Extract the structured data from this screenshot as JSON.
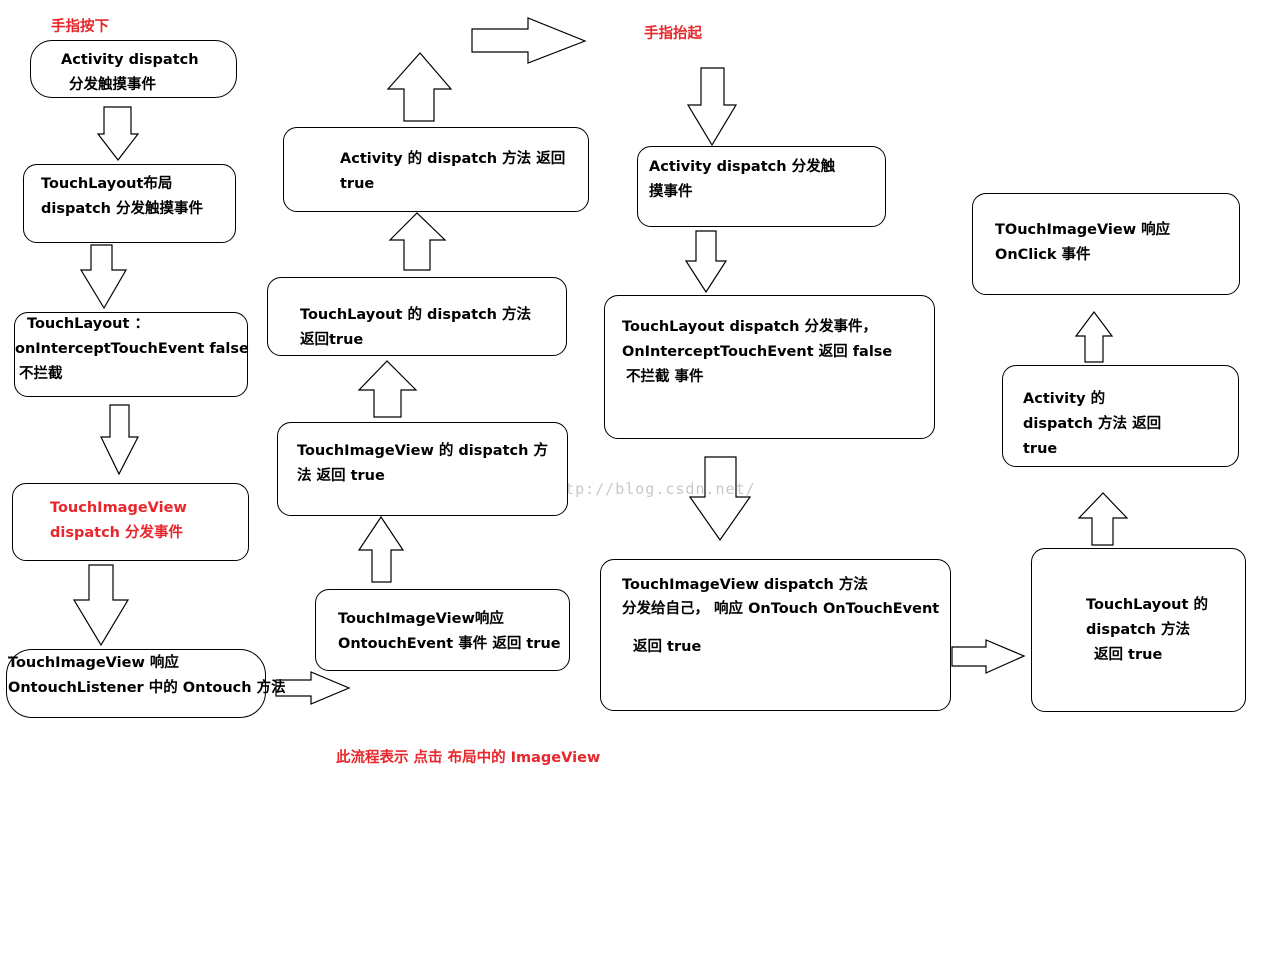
{
  "labels": {
    "finger_down": "手指按下",
    "finger_up": "手指抬起",
    "caption": "此流程表示 点击 布局中的 ImageView",
    "watermark": "http://blog.csdn.net/"
  },
  "boxes": {
    "activity_dispatch_down": [
      "Activity  dispatch",
      "分发触摸事件"
    ],
    "touchlayout_dispatch_down": [
      "TouchLayout布局",
      "dispatch  分发触摸事件"
    ],
    "touchlayout_intercept_down": [
      "TouchLayout  ：",
      "onInterceptTouchEvent  false",
      "不拦截"
    ],
    "imageview_dispatch_down": [
      "TouchImageView",
      "dispatch 分发事件"
    ],
    "imageview_ontouch_listener": [
      "TouchImageView  响应",
      "OntouchListener 中的 Ontouch 方法"
    ],
    "imageview_ontouchevent": [
      "TouchImageView响应",
      "OntouchEvent 事件 返回 true"
    ],
    "imageview_dispatch_return": [
      "TouchImageView 的 dispatch 方",
      "法 返回 true"
    ],
    "touchlayout_dispatch_return": [
      "TouchLayout 的  dispatch 方法",
      "返回true"
    ],
    "activity_dispatch_return": [
      "Activity 的 dispatch 方法 返回",
      "true"
    ],
    "activity_dispatch_up": [
      "Activity  dispatch 分发触",
      "摸事件"
    ],
    "touchlayout_intercept_up": [
      "TouchLayout  dispatch 分发事件，",
      "OnInterceptTouchEvent 返回 false",
      "不拦截 事件"
    ],
    "imageview_dispatch_up": [
      "TouchImageView  dispatch 方法",
      "分发给自己，  响应     OnTouch OnTouchEvent",
      "返回 true"
    ],
    "touchlayout_dispatch_return_up": [
      "TouchLayout 的",
      "dispatch 方法",
      "返回 true"
    ],
    "activity_dispatch_return_up": [
      "Activity 的",
      "dispatch  方法  返回",
      "true"
    ],
    "imageview_onclick": [
      "TOuchImageView 响应",
      "OnClick  事件"
    ]
  }
}
